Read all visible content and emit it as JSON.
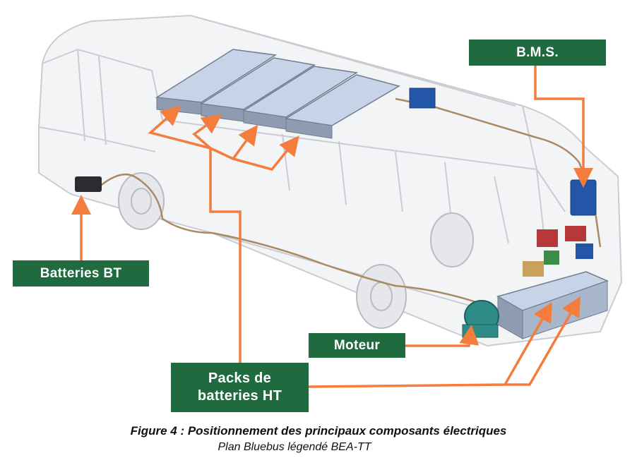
{
  "labels": {
    "bms": "B.M.S.",
    "batteries_bt": "Batteries BT",
    "moteur": "Moteur",
    "packs_line1": "Packs de",
    "packs_line2": "batteries HT"
  },
  "caption": {
    "title": "Figure 4 : Positionnement des principaux composants électriques",
    "subtitle": "Plan Bluebus légendé BEA-TT"
  },
  "colors": {
    "label_bg": "#1f6b3f",
    "arrow": "#f47c3c",
    "battery_pack": "#b7c6dc",
    "bms_unit": "#2456a8"
  }
}
